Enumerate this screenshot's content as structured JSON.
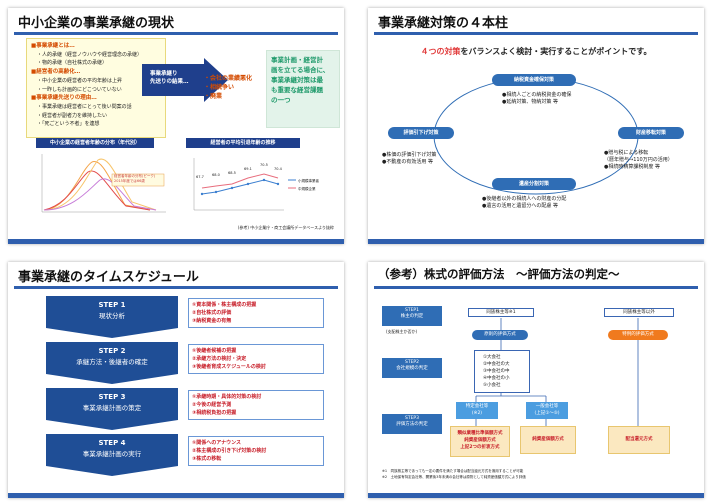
{
  "slide1": {
    "title": "中小企業の事業承継の現状",
    "bullets": [
      {
        "kind": "h",
        "text": "■事業承継とは…"
      },
      {
        "kind": "i",
        "text": "・人的承継（経営ノウハウや経営理念の承継）"
      },
      {
        "kind": "i",
        "text": "・物的承継（自社株式の承継）"
      },
      {
        "kind": "h",
        "text": "■経営者の高齢化…"
      },
      {
        "kind": "i",
        "text": "・中小企業の経営者の平均年齢は上昇"
      },
      {
        "kind": "i",
        "text": "・一昨しも計画的にどこついていない"
      },
      {
        "kind": "h",
        "text": "■事業承継先送りの理由…"
      },
      {
        "kind": "i",
        "text": "・事業承継は経営者にとって後い問案の話"
      },
      {
        "kind": "i",
        "text": "・経営者が副者力を維持したい"
      },
      {
        "kind": "i",
        "text": "・「死ごという不者」を連想"
      }
    ],
    "arrow_text": [
      "事業承継り",
      "先送りの結果…"
    ],
    "results": [
      "・会社の業績悪化",
      "・相続争い",
      "・廃業"
    ],
    "green_text": [
      "事業計画・経営計",
      "画を立てる場合に、",
      "事業承継対策は最",
      "も重要な経営課題",
      "の一つ"
    ],
    "chart1_label": "中小企業の経営者年齢の分布（年代別）",
    "chart2_label": "経営者の平均引退年齢の推移",
    "chart1_note": [
      "経営者年齢の分布(ピーク)",
      "2015年度では66歳"
    ],
    "chart2_values": [
      "67.7",
      "68.0",
      "68.5",
      "69.1",
      "70.5",
      "70.4"
    ],
    "chart2_legend": [
      "小規模事業者",
      "中規模企業"
    ],
    "source": "(参考) 中小企業庁・商工会議所データベースより抜粋"
  },
  "slide2": {
    "title": "事業承継対策の４本柱",
    "headline_hl": "４つの対策",
    "headline_rest": "をバランスよく検討・実行することがポイントです。",
    "pillars": {
      "top": {
        "label": "納税資金確保対策",
        "notes": [
          "●相続人ごとの納税資金の確保",
          "●延納対策、物納対策 等"
        ]
      },
      "left": {
        "label": "評価引下げ対策",
        "notes": [
          "●株価の評価引下げ対策",
          "●不動産の有効活用 等"
        ]
      },
      "right": {
        "label": "財産移転対策",
        "notes": [
          "●贈与税による移転",
          "（暦年贈与→110万円の活用）",
          "●相続時精算課税制度 等"
        ]
      },
      "bottom": {
        "label": "遺産分割対策",
        "notes": [
          "●後継者以外の相続人への財産の分配",
          "●遺言の活用と遺留分への配慮 等"
        ]
      }
    }
  },
  "slide3": {
    "title": "事業承継のタイムスケジュール",
    "steps": [
      {
        "head": "STEP 1",
        "body": "現状分析",
        "items": [
          "①資本関係・株主構成の把握",
          "②自社株式の評価",
          "③納税資金の有無"
        ]
      },
      {
        "head": "STEP 2",
        "body": "承継方法・後継者の確定",
        "items": [
          "①後継者候補の把握",
          "②承継方法の検討・決定",
          "③後継者育成スケジュールの検討"
        ]
      },
      {
        "head": "STEP 3",
        "body": "事業承継計画の策定",
        "items": [
          "①承継時期・具体的対策の検討",
          "②今後の経営予測",
          "③相続税負担の把握"
        ]
      },
      {
        "head": "STEP 4",
        "body": "事業承継計画の実行",
        "items": [
          "①関係へのアナウンス",
          "②株主構成の引き下げ対策の検討",
          "③株式の移転"
        ]
      }
    ]
  },
  "slide4": {
    "title": "（参考）株式の評価方法　～評価方法の判定～",
    "steps": [
      {
        "title": "STEP1",
        "sub": "株主の判定",
        "note": "(支配株主か否か)"
      },
      {
        "title": "STEP2",
        "sub": "会社規模の判定"
      },
      {
        "title": "STEP3",
        "sub": "評価方法の判定"
      }
    ],
    "box_same": "同族株主等※1",
    "box_other": "同族株主等以外",
    "tag_principle": "原則的評価方式",
    "tag_special": "特例的評価方式",
    "sizes": [
      "①大会社",
      "②中会社の大",
      "③中会社の中",
      "④中会社の小",
      "⑤小会社"
    ],
    "special_co": "特定会社等",
    "special_co_sub": "(※2)",
    "general_co": "一般会社等",
    "general_co_sub": "(上記①～⑤)",
    "method_a": [
      "類似業種比準価額方式",
      "純資産価額方式",
      "上記2つの折衷方式"
    ],
    "method_b": "純資産価額方式",
    "method_c": "配当還元方式",
    "footnotes": [
      "※1　同族株主等であっても一定の要件を満たす場合は配当還元方式を適用することが可能",
      "※2　土地保有特定会社等、開業後3年未満の会社等は原則として純資産価額方式により評価"
    ]
  }
}
